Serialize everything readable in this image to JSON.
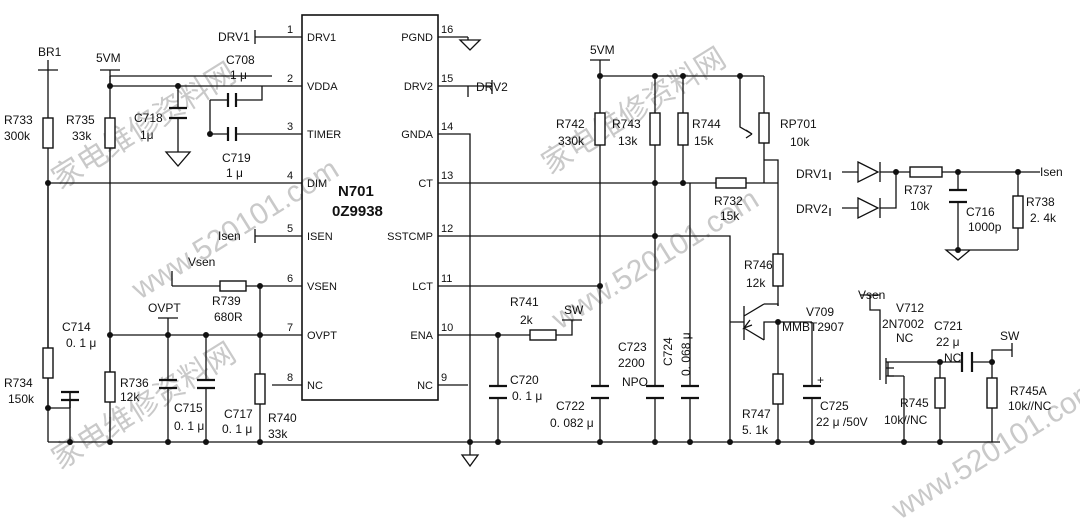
{
  "ic": {
    "ref": "N701",
    "part": "0Z9938",
    "pins": [
      {
        "num": "1",
        "name": "DRV1"
      },
      {
        "num": "2",
        "name": "VDDA"
      },
      {
        "num": "3",
        "name": "TIMER"
      },
      {
        "num": "4",
        "name": "DIM"
      },
      {
        "num": "5",
        "name": "ISEN"
      },
      {
        "num": "6",
        "name": "VSEN"
      },
      {
        "num": "7",
        "name": "OVPT"
      },
      {
        "num": "8",
        "name": "NC"
      },
      {
        "num": "16",
        "name": "PGND"
      },
      {
        "num": "15",
        "name": "DRV2"
      },
      {
        "num": "14",
        "name": "GNDA"
      },
      {
        "num": "13",
        "name": "CT"
      },
      {
        "num": "12",
        "name": "SSTCMP"
      },
      {
        "num": "11",
        "name": "LCT"
      },
      {
        "num": "10",
        "name": "ENA"
      },
      {
        "num": "9",
        "name": "NC"
      }
    ]
  },
  "nets": {
    "br1": "BR1",
    "vm_left": "5VM",
    "vm_right": "5VM",
    "drv1": "DRV1",
    "drv2": "DRV2",
    "isen": "Isen",
    "vsen": "Vsen",
    "ovpt": "OVPT",
    "sw1": "SW",
    "drv1_in": "DRV1",
    "drv2_in": "DRV2",
    "isen_out": "Isen",
    "vsen2": "Vsen",
    "sw2": "SW"
  },
  "components": {
    "r733": {
      "ref": "R733",
      "val": "300k"
    },
    "r735": {
      "ref": "R735",
      "val": "33k"
    },
    "c708": {
      "ref": "C708",
      "val": "1 μ"
    },
    "c718": {
      "ref": "C718",
      "val": "1μ"
    },
    "c719": {
      "ref": "C719",
      "val": "1 μ"
    },
    "c714": {
      "ref": "C714",
      "val": "0. 1 μ"
    },
    "r734": {
      "ref": "R734",
      "val": "150k"
    },
    "r736": {
      "ref": "R736",
      "val": "12k"
    },
    "c715": {
      "ref": "C715",
      "val": "0. 1 μ"
    },
    "c717": {
      "ref": "C717",
      "val": "0. 1 μ"
    },
    "r740": {
      "ref": "R740",
      "val": "33k"
    },
    "r739": {
      "ref": "R739",
      "val": "680R"
    },
    "r741": {
      "ref": "R741",
      "val": "2k"
    },
    "c720": {
      "ref": "C720",
      "val": "0. 1 μ"
    },
    "r742": {
      "ref": "R742",
      "val": "330k"
    },
    "r743": {
      "ref": "R743",
      "val": "13k"
    },
    "r744": {
      "ref": "R744",
      "val": "15k"
    },
    "rp701": {
      "ref": "RP701",
      "val": "10k"
    },
    "r732": {
      "ref": "R732",
      "val": "15k"
    },
    "r746": {
      "ref": "R746",
      "val": "12k"
    },
    "v709": {
      "ref": "V709",
      "val": "MMBT2907"
    },
    "c722": {
      "ref": "C722",
      "val": "0. 082 μ"
    },
    "c723": {
      "ref": "C723",
      "val": "2200",
      "val2": "NPO"
    },
    "c724": {
      "ref": "C724",
      "val": "0. 068 μ"
    },
    "r747": {
      "ref": "R747",
      "val": "5. 1k"
    },
    "c725": {
      "ref": "C725",
      "val": "22 μ /50V"
    },
    "r737": {
      "ref": "R737",
      "val": "10k"
    },
    "c716": {
      "ref": "C716",
      "val": "1000p"
    },
    "r738": {
      "ref": "R738",
      "val": "2. 4k"
    },
    "v712": {
      "ref": "V712",
      "val": "2N7002",
      "val2": "NC"
    },
    "c721": {
      "ref": "C721",
      "val": "22 μ"
    },
    "nc_mark": {
      "val": "NC"
    },
    "r745": {
      "ref": "R745",
      "val": "10k//NC"
    },
    "r745a": {
      "ref": "R745A",
      "val": "10k//NC"
    }
  },
  "watermarks": [
    "家电维修资料网",
    "www.520101.com",
    "家电维修资料网",
    "www.520101.com",
    "家电维修资料网",
    "www.520101.com"
  ],
  "colors": {
    "ink": "#111111",
    "watermark": "#c9c9c9",
    "background": "#ffffff"
  }
}
